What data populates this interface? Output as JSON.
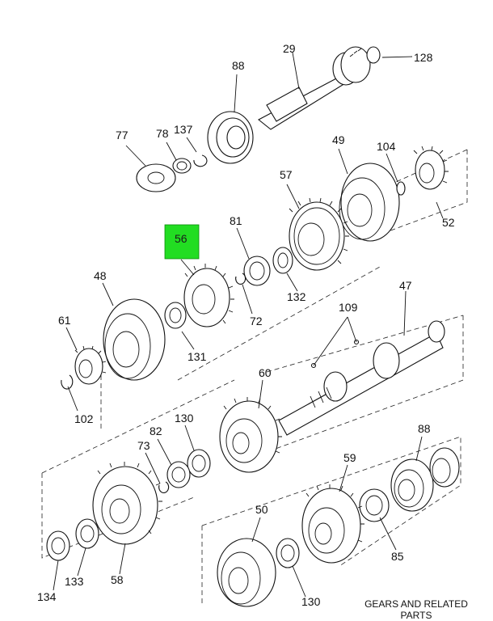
{
  "callouts": {
    "c29": "29",
    "c88a": "88",
    "c128": "128",
    "c77": "77",
    "c78": "78",
    "c137": "137",
    "c49": "49",
    "c104": "104",
    "c57": "57",
    "c52": "52",
    "c81": "81",
    "c56": "56",
    "c48": "48",
    "c132": "132",
    "c72": "72",
    "c61": "61",
    "c131": "131",
    "c109": "109",
    "c47": "47",
    "c102": "102",
    "c60": "60",
    "c82": "82",
    "c130a": "130",
    "c73": "73",
    "c88b": "88",
    "c59": "59",
    "c50": "50",
    "c85": "85",
    "c134": "134",
    "c133": "133",
    "c58": "58",
    "c130b": "130"
  },
  "caption": "GEARS AND RELATED PARTS",
  "colors": {
    "highlight": "#22dd22",
    "line": "#111111"
  }
}
